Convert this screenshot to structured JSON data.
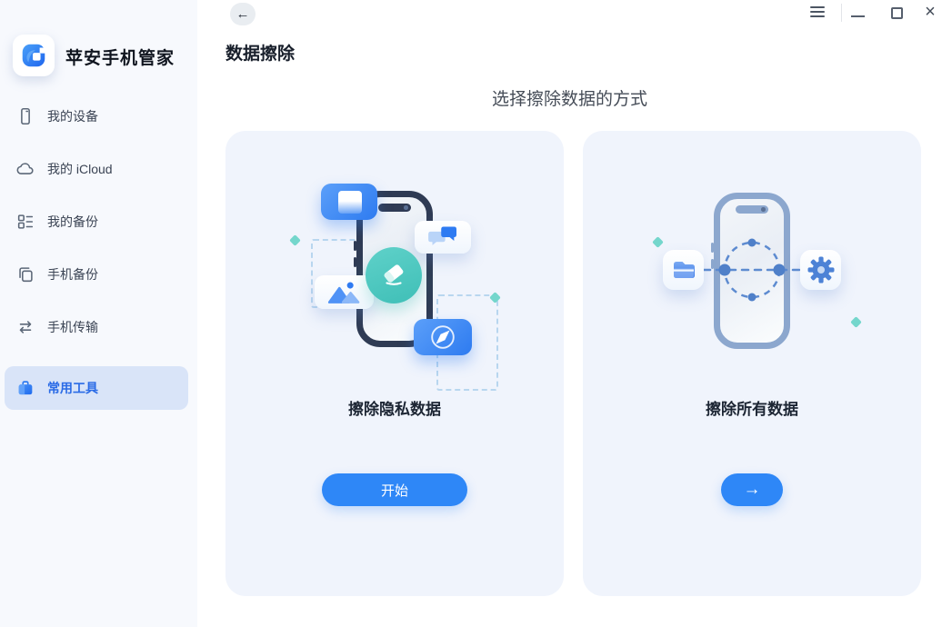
{
  "app": {
    "name": "苹安手机管家"
  },
  "header": {
    "back_glyph": "←",
    "title": "数据擦除"
  },
  "window_controls": {
    "close_glyph": "×",
    "icons": [
      "menu-icon",
      "minimize-icon",
      "maximize-icon",
      "close-icon"
    ]
  },
  "sidebar": {
    "items": [
      {
        "label": "我的设备",
        "icon": "device-icon",
        "selected": false
      },
      {
        "label": "我的 iCloud",
        "icon": "cloud-icon",
        "selected": false
      },
      {
        "label": "我的备份",
        "icon": "backups-icon",
        "selected": false
      },
      {
        "label": "手机备份",
        "icon": "phone-backup-icon",
        "selected": false
      },
      {
        "label": "手机传输",
        "icon": "phone-transfer-icon",
        "selected": false
      },
      {
        "label": "常用工具",
        "icon": "toolbox-icon",
        "selected": true
      }
    ]
  },
  "main": {
    "subtitle": "选择擦除数据的方式",
    "cards": [
      {
        "title": "擦除隐私数据",
        "action_label": "开始",
        "action_type": "text-button",
        "illustration_icons": [
          "phone-illustration",
          "app-window-icon",
          "messages-icon",
          "photos-icon",
          "compass-icon",
          "eraser-icon"
        ]
      },
      {
        "title": "擦除所有数据",
        "action_glyph": "→",
        "action_type": "arrow-button",
        "illustration_icons": [
          "phone-illustration",
          "folder-icon",
          "gear-icon",
          "dashed-target-circle"
        ]
      }
    ]
  },
  "colors": {
    "accent_blue": "#2e87f7",
    "sidebar_bg": "#f7f9fd",
    "sidebar_selected_bg": "#d9e4f8",
    "sidebar_selected_text": "#2b6be6",
    "card_bg": "#f0f4fc",
    "teal": "#4ecac3"
  }
}
